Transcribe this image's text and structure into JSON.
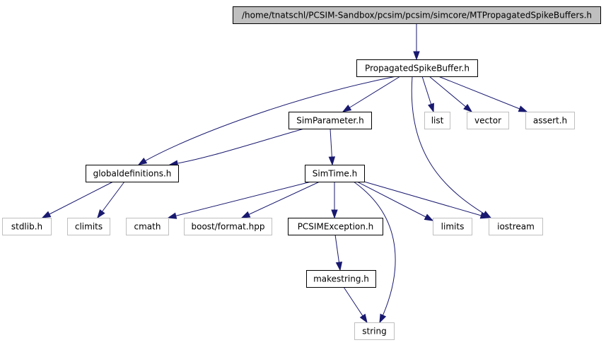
{
  "graph": {
    "edge_color": "#191970",
    "nodes": [
      {
        "id": "root",
        "label": "/home/tnatschl/PCSIM-Sandbox/pcsim/pcsim/simcore/MTPropagatedSpikeBuffers.h",
        "kind": "root"
      },
      {
        "id": "psb",
        "label": "PropagatedSpikeBuffer.h",
        "kind": "primary"
      },
      {
        "id": "simparam",
        "label": "SimParameter.h",
        "kind": "primary"
      },
      {
        "id": "list",
        "label": "list",
        "kind": "external"
      },
      {
        "id": "vector",
        "label": "vector",
        "kind": "external"
      },
      {
        "id": "assert",
        "label": "assert.h",
        "kind": "external"
      },
      {
        "id": "globaldefs",
        "label": "globaldefinitions.h",
        "kind": "primary"
      },
      {
        "id": "simtime",
        "label": "SimTime.h",
        "kind": "primary"
      },
      {
        "id": "stdlib",
        "label": "stdlib.h",
        "kind": "external"
      },
      {
        "id": "climits",
        "label": "climits",
        "kind": "external"
      },
      {
        "id": "cmath",
        "label": "cmath",
        "kind": "external"
      },
      {
        "id": "boostformat",
        "label": "boost/format.hpp",
        "kind": "external"
      },
      {
        "id": "pcsimexc",
        "label": "PCSIMException.h",
        "kind": "primary"
      },
      {
        "id": "limits",
        "label": "limits",
        "kind": "external"
      },
      {
        "id": "iostream",
        "label": "iostream",
        "kind": "external"
      },
      {
        "id": "makestring",
        "label": "makestring.h",
        "kind": "primary"
      },
      {
        "id": "string",
        "label": "string",
        "kind": "external"
      }
    ],
    "edges": [
      {
        "from": "root",
        "to": "psb"
      },
      {
        "from": "psb",
        "to": "globaldefs"
      },
      {
        "from": "psb",
        "to": "simparam"
      },
      {
        "from": "psb",
        "to": "list"
      },
      {
        "from": "psb",
        "to": "vector"
      },
      {
        "from": "psb",
        "to": "assert"
      },
      {
        "from": "psb",
        "to": "iostream"
      },
      {
        "from": "simparam",
        "to": "globaldefs"
      },
      {
        "from": "simparam",
        "to": "simtime"
      },
      {
        "from": "globaldefs",
        "to": "stdlib"
      },
      {
        "from": "globaldefs",
        "to": "climits"
      },
      {
        "from": "simtime",
        "to": "cmath"
      },
      {
        "from": "simtime",
        "to": "boostformat"
      },
      {
        "from": "simtime",
        "to": "pcsimexc"
      },
      {
        "from": "simtime",
        "to": "limits"
      },
      {
        "from": "simtime",
        "to": "iostream"
      },
      {
        "from": "simtime",
        "to": "string"
      },
      {
        "from": "pcsimexc",
        "to": "makestring"
      },
      {
        "from": "makestring",
        "to": "string"
      }
    ]
  }
}
